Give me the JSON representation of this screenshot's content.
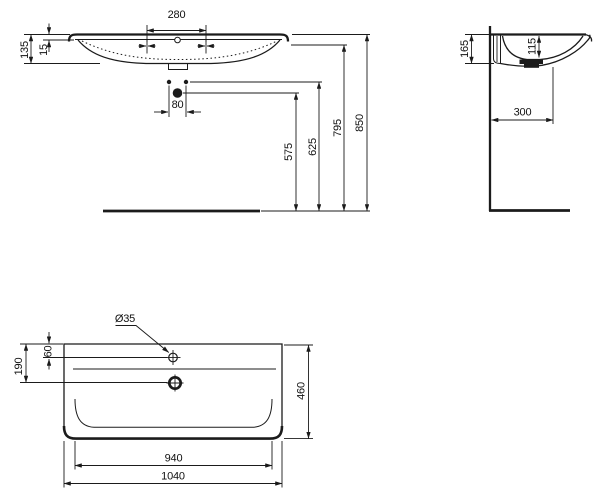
{
  "drawing": {
    "kind": "washbasin technical drawing - three orthographic views with millimetre dimensions",
    "line_color": "#1b1b1b",
    "background": "#ffffff",
    "front_view": {
      "dim_tap_centers": "280",
      "dim_height_total": "135",
      "dim_rim_thickness": "15",
      "dim_fixing_holes": "80",
      "dim_drain_to_floor": "575",
      "dim_fixings_to_floor": "625",
      "dim_underside_to_floor": "795",
      "dim_rim_to_floor": "850"
    },
    "side_view": {
      "dim_front_height": "165",
      "dim_basin_depth": "115",
      "dim_wall_clearance": "300"
    },
    "top_view": {
      "dim_tap_hole_dia": "Ø35",
      "dim_tap_hole_from_back": "60",
      "dim_drain_from_back": "190",
      "dim_depth": "460",
      "dim_inner_width": "940",
      "dim_width": "1040"
    }
  }
}
